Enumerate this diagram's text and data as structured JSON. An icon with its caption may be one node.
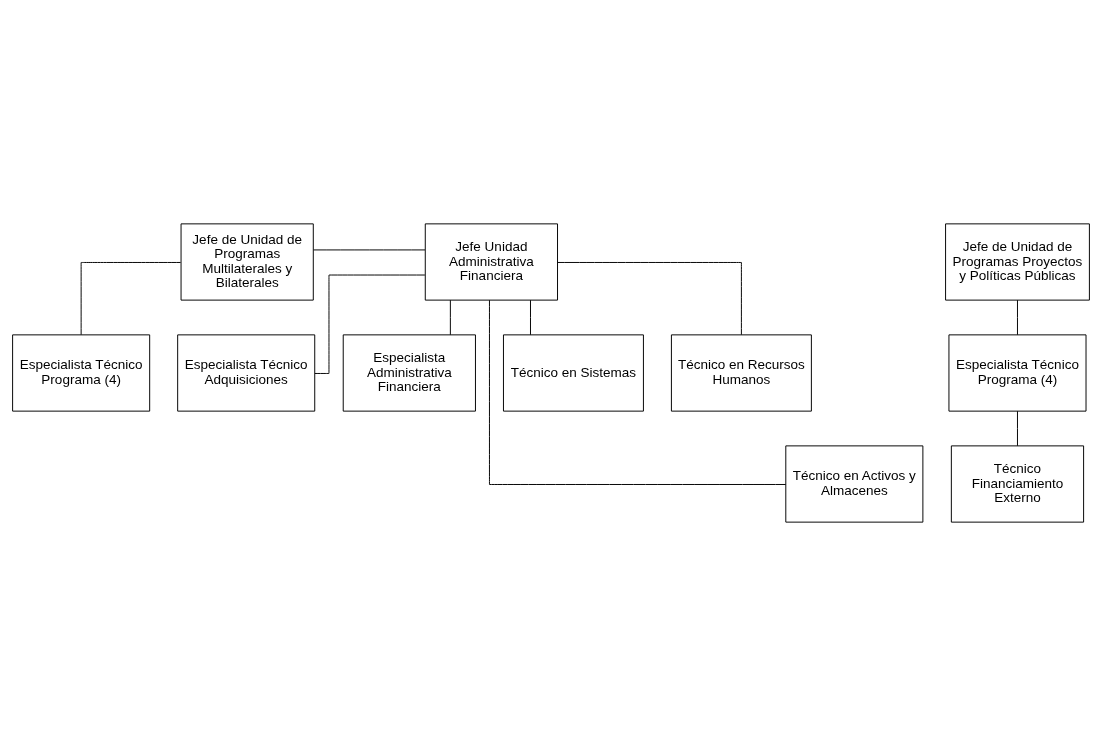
{
  "diagram": {
    "nodes": [
      {
        "text": [
          "Jefe de Unidad de Programas Multilaterales y Bilaterales"
        ]
      },
      {
        "text": [
          "Jefe de Unidad de Programas Proyectos y Políticas Públicas"
        ]
      },
      {
        "text": [
          "Jefe Unidad Administrativa Financiera"
        ]
      },
      {
        "text": [
          "Especialista Técnico Programa (4)"
        ]
      },
      {
        "text": [
          "Especialista Técnico Programa (4)"
        ]
      },
      {
        "text": [
          "Especialista Técnico Adquisiciones"
        ]
      },
      {
        "text": [
          "Especialista Administrativa Financiera"
        ]
      },
      {
        "text": [
          "Técnico Financiamiento Externo"
        ]
      },
      {
        "text": [
          "Técnico en Sistemas"
        ]
      },
      {
        "text": [
          "Técnico en Recursos Humanos"
        ]
      },
      {
        "text": [
          "Técnico en Activos y Almacenes"
        ]
      }
    ],
    "edges": [
      {
        "from": 0,
        "to": 2,
        "arrow": "none"
      },
      {
        "from": 0,
        "to": 3,
        "arrow": "none"
      },
      {
        "from": 1,
        "to": 4,
        "arrow": "none"
      },
      {
        "from": 4,
        "to": 7,
        "arrow": "none"
      },
      {
        "from": 2,
        "to": 5,
        "arrow": "none"
      },
      {
        "from": 2,
        "to": 6,
        "arrow": "none"
      },
      {
        "from": 2,
        "to": 8,
        "arrow": "none"
      },
      {
        "from": 2,
        "to": 9,
        "arrow": "none"
      },
      {
        "from": 2,
        "to": 10,
        "arrow": "none"
      }
    ]
  }
}
